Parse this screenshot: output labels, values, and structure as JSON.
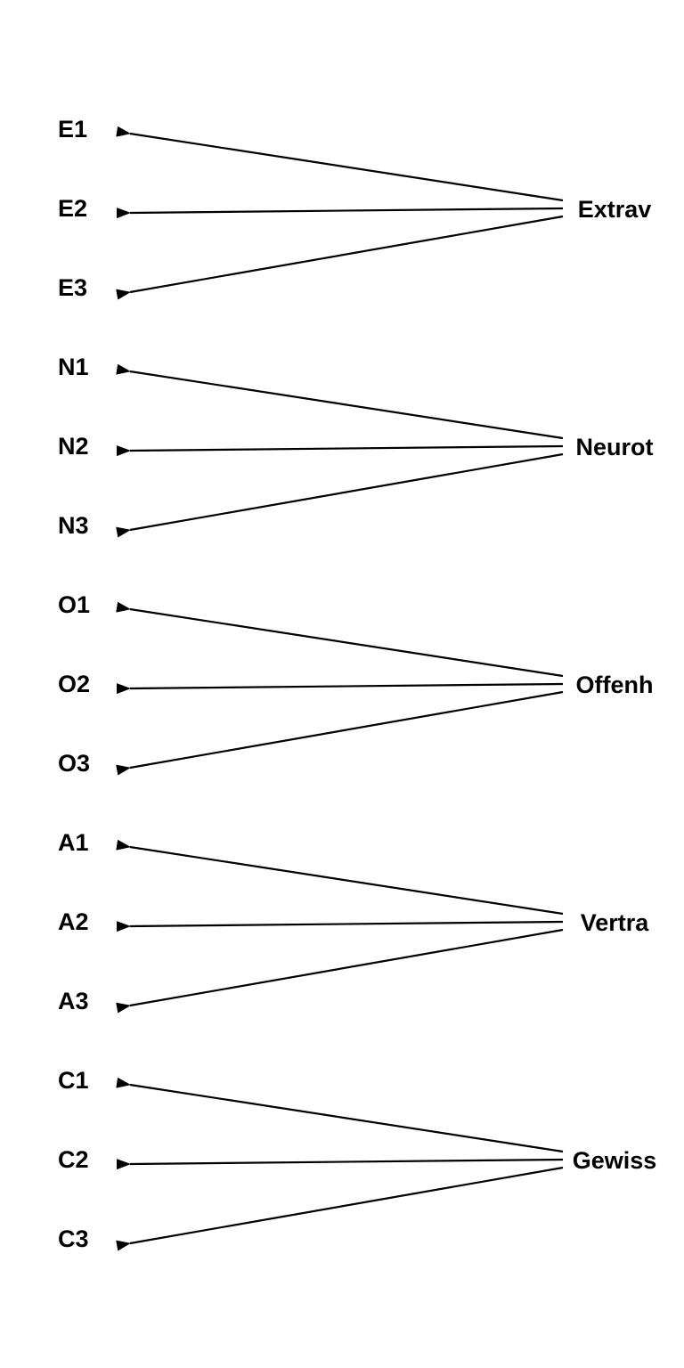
{
  "factors": [
    {
      "label": "Extrav",
      "indicators": [
        "E1",
        "E2",
        "E3"
      ]
    },
    {
      "label": "Neurot",
      "indicators": [
        "N1",
        "N2",
        "N3"
      ]
    },
    {
      "label": "Offenh",
      "indicators": [
        "O1",
        "O2",
        "O3"
      ]
    },
    {
      "label": "Vertra",
      "indicators": [
        "A1",
        "A2",
        "A3"
      ]
    },
    {
      "label": "Gewiss",
      "indicators": [
        "C1",
        "C2",
        "C3"
      ]
    }
  ],
  "colors": {
    "line": "#000000",
    "text": "#000000",
    "background": "#ffffff"
  }
}
